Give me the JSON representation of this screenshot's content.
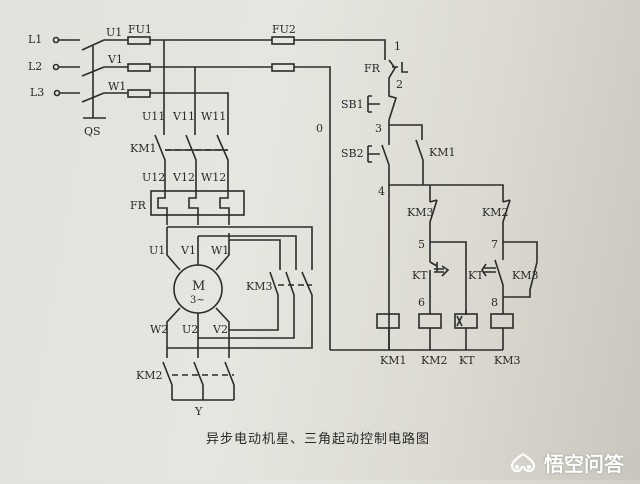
{
  "diagram": {
    "title": "异步电动机星、三角起动控制电路图",
    "watermark": "悟空问答",
    "main_circuit": {
      "supply": [
        "L1",
        "L2",
        "L3"
      ],
      "switch": "QS",
      "phase_labels": [
        "U1",
        "V1",
        "W1"
      ],
      "fuses": [
        "FU1",
        "FU2"
      ],
      "km1_inputs": [
        "U11",
        "V11",
        "W11"
      ],
      "km1": "KM1",
      "km1_outputs": [
        "U12",
        "V12",
        "W12"
      ],
      "overload": "FR",
      "motor": {
        "symbol": "M",
        "type": "3~"
      },
      "motor_top": [
        "U1",
        "V1",
        "W1"
      ],
      "motor_bottom": [
        "W2",
        "U2",
        "V2"
      ],
      "km3": "KM3",
      "km2": "KM2",
      "star_point": "Y"
    },
    "control_circuit": {
      "nodes": [
        "1",
        "2",
        "3",
        "4",
        "5",
        "6",
        "7",
        "8",
        "0"
      ],
      "fr_contact": "FR",
      "sb1": "SB1",
      "sb2": "SB2",
      "km1_hold": "KM1",
      "km3_nc": "KM3",
      "km2_nc": "KM2",
      "kt_nc": "KT",
      "kt_no": "KT",
      "km3_hold": "KM3",
      "coils": [
        "KM1",
        "KM2",
        "KT",
        "KM3"
      ]
    }
  }
}
